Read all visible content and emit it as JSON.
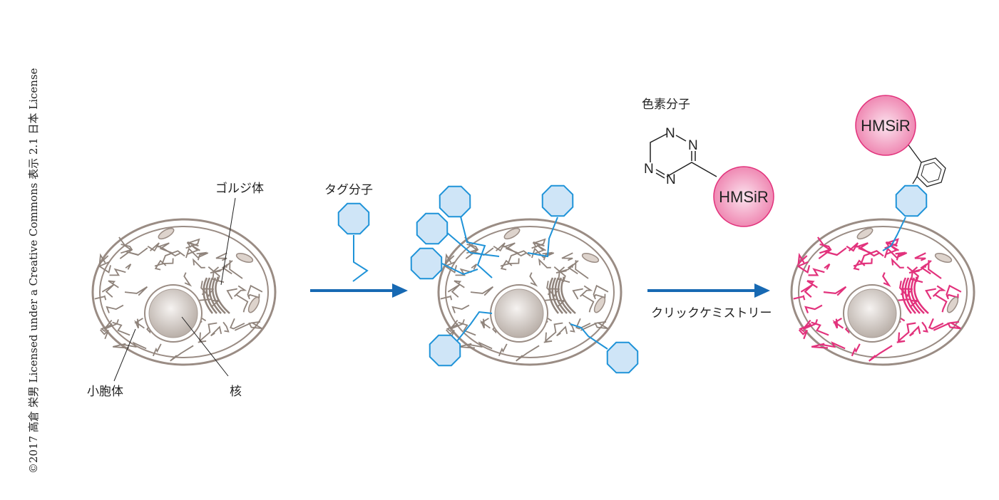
{
  "copyright": "©2017 高倉 栄男 Licensed under a Creative Commons 表示 2.1 日本 License",
  "labels": {
    "golgi": "ゴルジ体",
    "er": "小胞体",
    "nucleus": "核",
    "tag_molecule": "タグ分子",
    "dye_molecule": "色素分子",
    "click_chemistry": "クリックケミストリー"
  },
  "dye_name": "HMSiR",
  "tetrazine_atoms": [
    "N",
    "N",
    "N",
    "N"
  ],
  "colors": {
    "cell_outline": "#9a8c84",
    "er_gray": "#8f837b",
    "er_pink": "#e2327c",
    "tag_fill": "#cfe5f7",
    "tag_stroke": "#1f93d8",
    "arrow": "#1769b3",
    "dye_fill": "#f07fae",
    "dye_stroke": "#e2327c"
  }
}
